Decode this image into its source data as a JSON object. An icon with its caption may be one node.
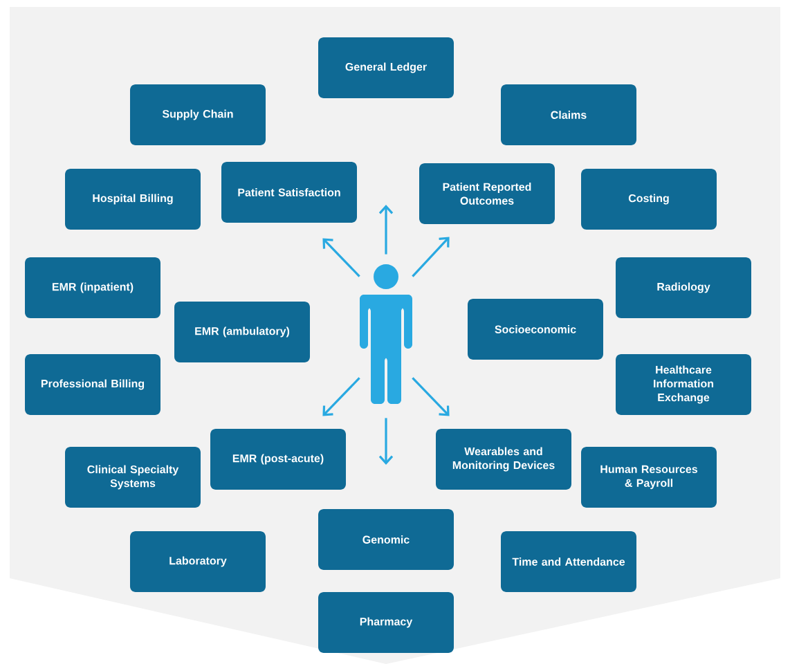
{
  "diagram": {
    "nodes": [
      {
        "text": [
          "General Ledger"
        ]
      },
      {
        "text": [
          "Supply Chain"
        ]
      },
      {
        "text": [
          "Claims"
        ]
      },
      {
        "text": [
          "Hospital Billing"
        ]
      },
      {
        "text": [
          "Patient Satisfaction"
        ]
      },
      {
        "text": [
          "Patient Reported Outcomes"
        ]
      },
      {
        "text": [
          "Costing"
        ]
      },
      {
        "text": [
          "EMR (inpatient)"
        ]
      },
      {
        "text": [
          "Radiology"
        ]
      },
      {
        "text": [
          "EMR (ambulatory)"
        ]
      },
      {
        "text": [
          "Socioeconomic"
        ]
      },
      {
        "text": [
          "Professional Billing"
        ]
      },
      {
        "text": [
          "Healthcare Information Exchange"
        ]
      },
      {
        "text": [
          "EMR (post-acute)"
        ]
      },
      {
        "text": [
          "Wearables and Monitoring Devices"
        ]
      },
      {
        "text": [
          "Clinical Specialty Systems"
        ]
      },
      {
        "text": [
          "Human Resources & Payroll"
        ]
      },
      {
        "text": [
          "Laboratory"
        ]
      },
      {
        "text": [
          "Genomic"
        ]
      },
      {
        "text": [
          "Time and Attendance"
        ]
      },
      {
        "text": [
          "Pharmacy"
        ]
      },
      {
        "text": [],
        "shape": "person"
      }
    ],
    "edges": [
      {
        "from": 21,
        "to": null,
        "arrow": "to"
      },
      {
        "from": 21,
        "to": 4,
        "arrow": "to"
      },
      {
        "from": 21,
        "to": 5,
        "arrow": "to"
      },
      {
        "from": 21,
        "to": 13,
        "arrow": "to"
      },
      {
        "from": 21,
        "to": 14,
        "arrow": "to"
      },
      {
        "from": 21,
        "to": null,
        "arrow": "to"
      }
    ]
  }
}
